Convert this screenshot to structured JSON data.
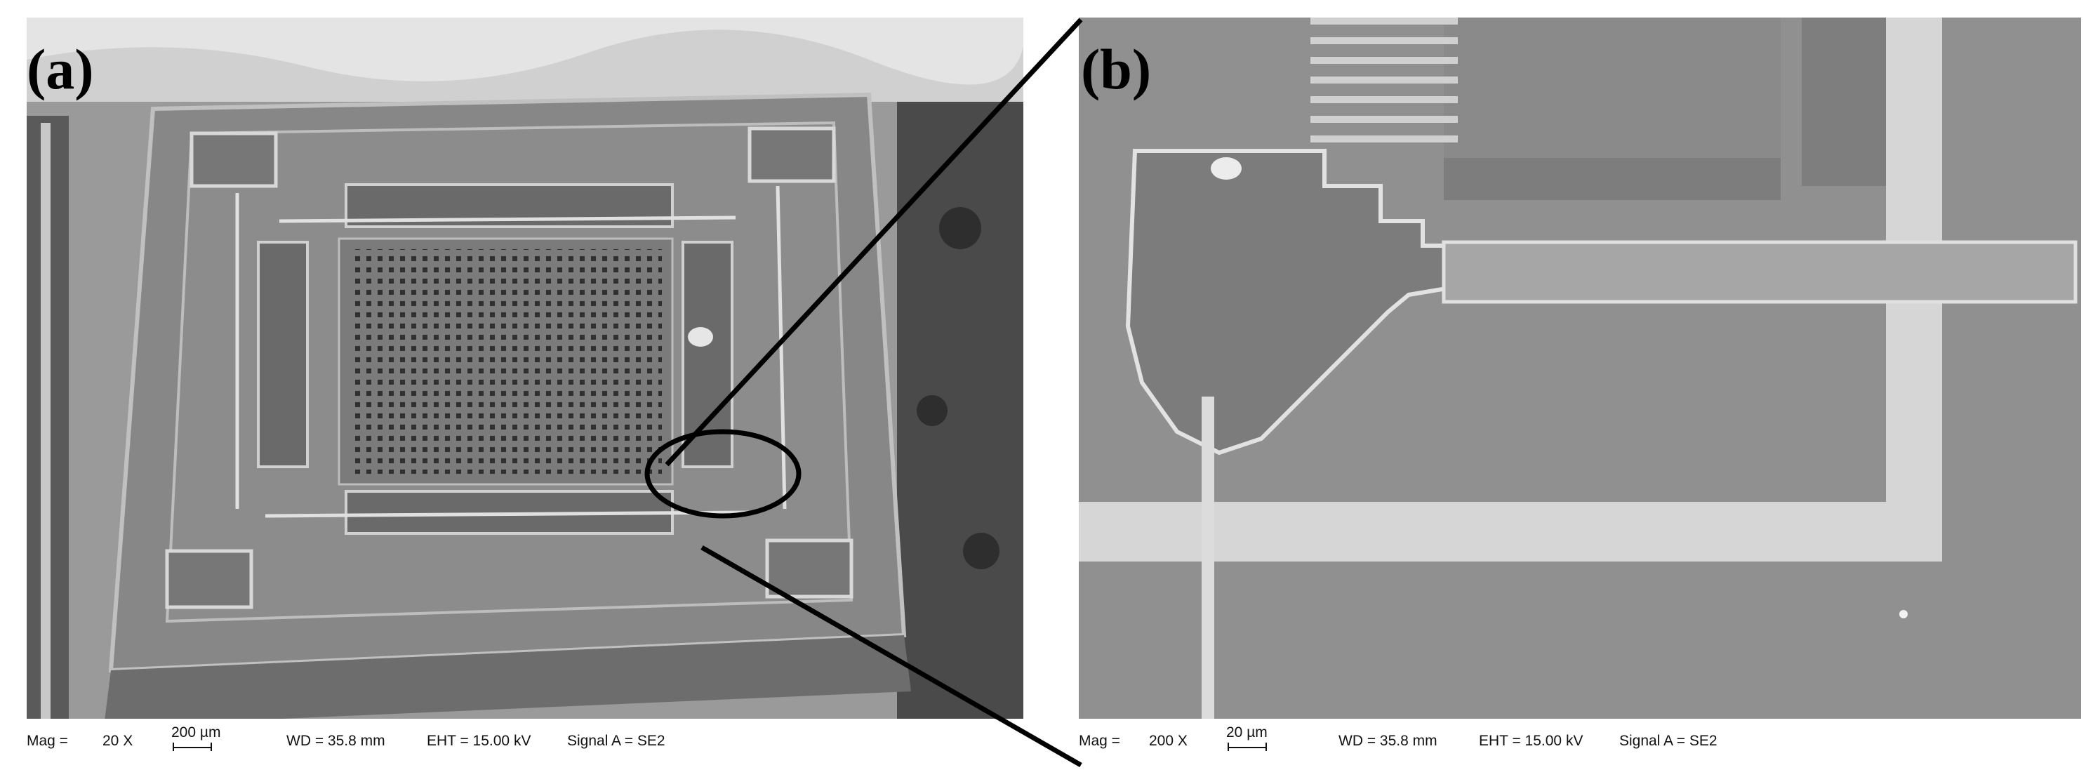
{
  "panels": {
    "a": {
      "label": "(a)",
      "info": {
        "mag": "Mag =",
        "mag_value": "20 X",
        "scale": "200 µm",
        "wd": "WD = 35.8 mm",
        "eht": "EHT = 15.00 kV",
        "signal": "Signal A = SE2"
      }
    },
    "b": {
      "label": "(b)",
      "info": {
        "mag": "Mag =",
        "mag_value": "200 X",
        "scale": "20 µm",
        "wd": "WD = 35.8 mm",
        "eht": "EHT = 15.00 kV",
        "signal": "Signal A = SE2"
      }
    }
  },
  "colors": {
    "sem_gray": "#8e8e8e",
    "highlight": "#d4d4d4",
    "annotation": "#000000"
  }
}
